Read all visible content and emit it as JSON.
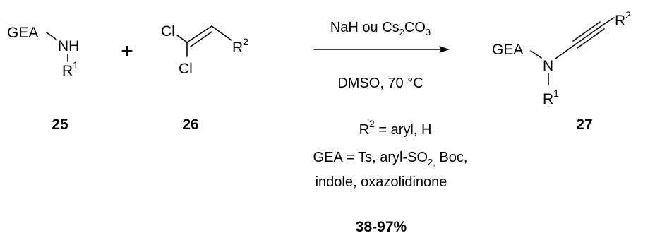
{
  "reactant_amine": {
    "label": "25",
    "group": "GEA",
    "nh": "NH",
    "r_letter": "R",
    "r_index": "1"
  },
  "plus_sign": "+",
  "reactant_dichloroalkene": {
    "label": "26",
    "cl_top": "Cl",
    "cl_bottom": "Cl",
    "r_letter": "R",
    "r_index": "2"
  },
  "arrow_conditions": {
    "reagent_part1": "NaH ou Cs",
    "reagent_sub1": "2",
    "reagent_part2": "CO",
    "reagent_sub2": "3",
    "solvent_temperature": "DMSO, 70 °C"
  },
  "product_ynamide": {
    "label": "27",
    "group": "GEA",
    "n": "N",
    "r1_letter": "R",
    "r1_index": "1",
    "r2_letter": "R",
    "r2_index": "2"
  },
  "scope_notes": {
    "r2_letter": "R",
    "r2_index": "2",
    "r2_values": " = aryl, H",
    "gea_part1": "GEA = Ts,  aryl-SO",
    "gea_sub": "2,",
    "gea_part2": " Boc,",
    "gea_line2": "indole, oxazolidinone"
  },
  "yield": "38-97%"
}
